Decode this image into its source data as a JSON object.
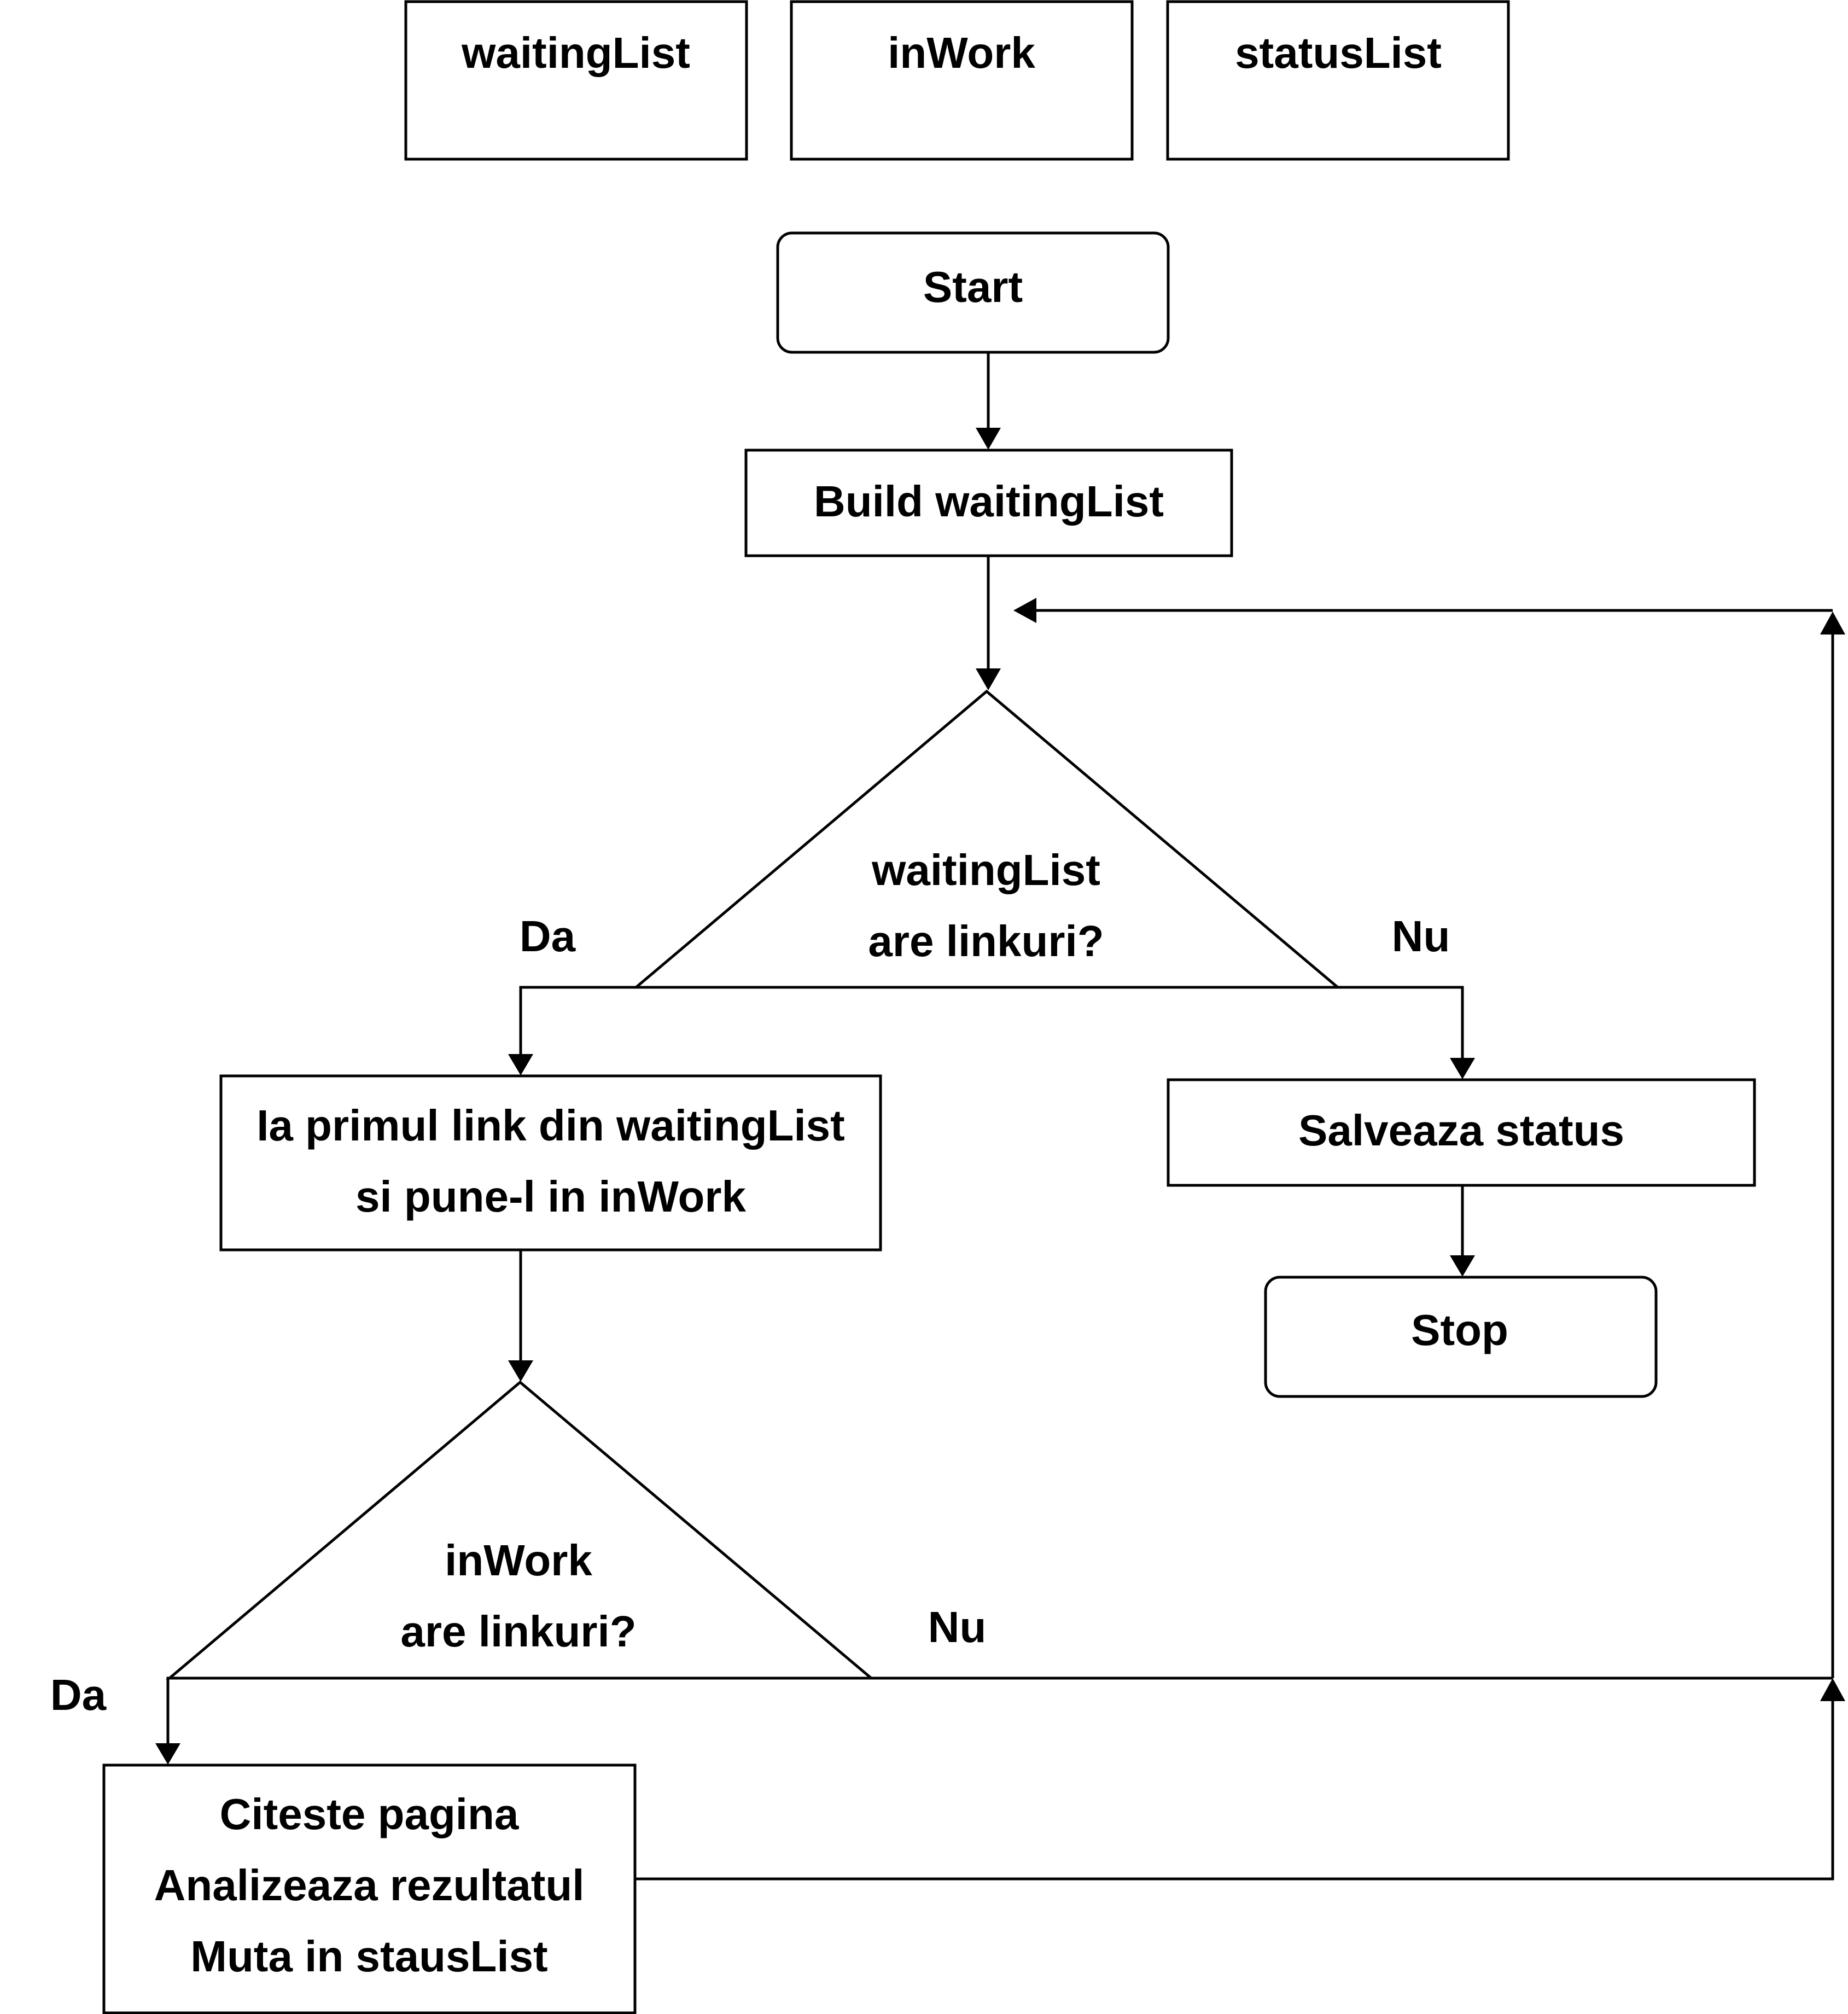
{
  "lists": {
    "waiting": "waitingList",
    "inwork": "inWork",
    "status": "statusList"
  },
  "nodes": {
    "start": "Start",
    "build": "Build waitingList",
    "decision1": {
      "line1": "waitingList",
      "line2": "are linkuri?"
    },
    "take": {
      "line1": "Ia primul link din waitingList",
      "line2": "si pune-l in inWork"
    },
    "save": "Salveaza status",
    "stop": "Stop",
    "decision2": {
      "line1": "inWork",
      "line2": "are linkuri?"
    },
    "read": {
      "line1": "Citeste pagina",
      "line2": "Analizeaza rezultatul",
      "line3": "Muta in stausList"
    }
  },
  "labels": {
    "d1_yes": "Da",
    "d1_no": "Nu",
    "d2_yes": "Da",
    "d2_no": "Nu"
  }
}
